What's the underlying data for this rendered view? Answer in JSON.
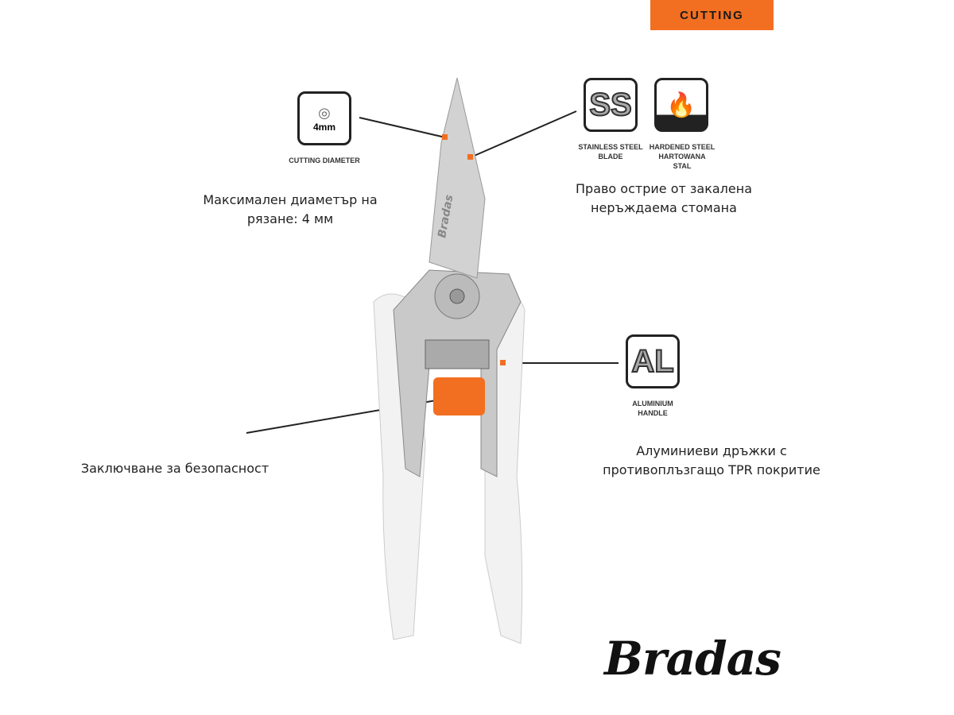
{
  "badge": "CUTTING",
  "features": {
    "diameter": {
      "icon_text": "4mm",
      "caption": "CUTTING DIAMETER",
      "description_1": "Максимален диаметър на",
      "description_2": "рязане: 4 мм"
    },
    "stainless": {
      "icon_text": "SS",
      "caption_1": "STAINLESS STEEL",
      "caption_2": "BLADE"
    },
    "hardened": {
      "caption_1": "HARDENED STEEL",
      "caption_2": "HARTOWANA",
      "caption_3": "STAL"
    },
    "blade_description_1": "Право острие от закалена",
    "blade_description_2": "неръждаема стомана",
    "aluminium": {
      "icon_text": "AL",
      "caption_1": "ALUMINIUM",
      "caption_2": "HANDLE",
      "description_1": "Алуминиеви дръжки с",
      "description_2": "противоплъзгащо TPR покритие"
    },
    "lock": {
      "description": "Заключване за безопасност"
    }
  },
  "brand": {
    "logo": "Bradas",
    "blade_engraving": "Bradas"
  },
  "colors": {
    "accent": "#f26f21"
  }
}
